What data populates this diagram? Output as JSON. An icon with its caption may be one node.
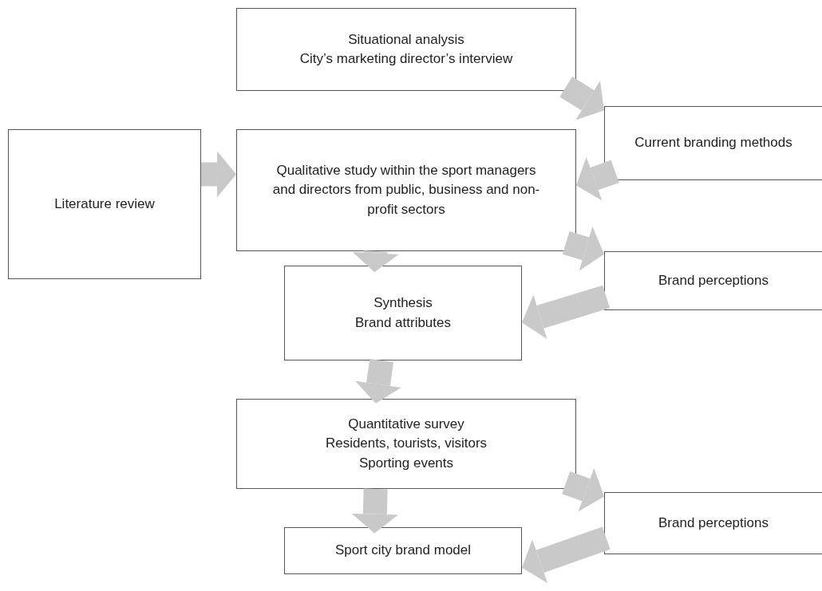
{
  "diagram": {
    "nodes": [
      {
        "text": [
          "Situational analysis",
          "City’s marketing director’s interview"
        ]
      },
      {
        "text": [
          "Literature review"
        ]
      },
      {
        "text": [
          "Qualitative study within the sport managers and directors from public, business and non-profit sectors"
        ]
      },
      {
        "text": [
          "Current branding methods"
        ]
      },
      {
        "text": [
          "Brand perceptions"
        ]
      },
      {
        "text": [
          "Synthesis",
          "Brand attributes"
        ]
      },
      {
        "text": [
          "Quantitative survey",
          "Residents, tourists, visitors",
          "Sporting events"
        ]
      },
      {
        "text": [
          "Brand perceptions"
        ]
      },
      {
        "text": [
          "Sport city brand model"
        ]
      }
    ],
    "edges": [
      {
        "from": 0,
        "to": 3,
        "arrow": "to"
      },
      {
        "from": 3,
        "to": 2,
        "arrow": "to"
      },
      {
        "from": 1,
        "to": 2,
        "arrow": "to"
      },
      {
        "from": 2,
        "to": 4,
        "arrow": "to"
      },
      {
        "from": 2,
        "to": 5,
        "arrow": "to"
      },
      {
        "from": 4,
        "to": 5,
        "arrow": "to"
      },
      {
        "from": 5,
        "to": 6,
        "arrow": "to"
      },
      {
        "from": 6,
        "to": 7,
        "arrow": "to"
      },
      {
        "from": 6,
        "to": 8,
        "arrow": "to"
      },
      {
        "from": 7,
        "to": 8,
        "arrow": "to"
      }
    ]
  }
}
